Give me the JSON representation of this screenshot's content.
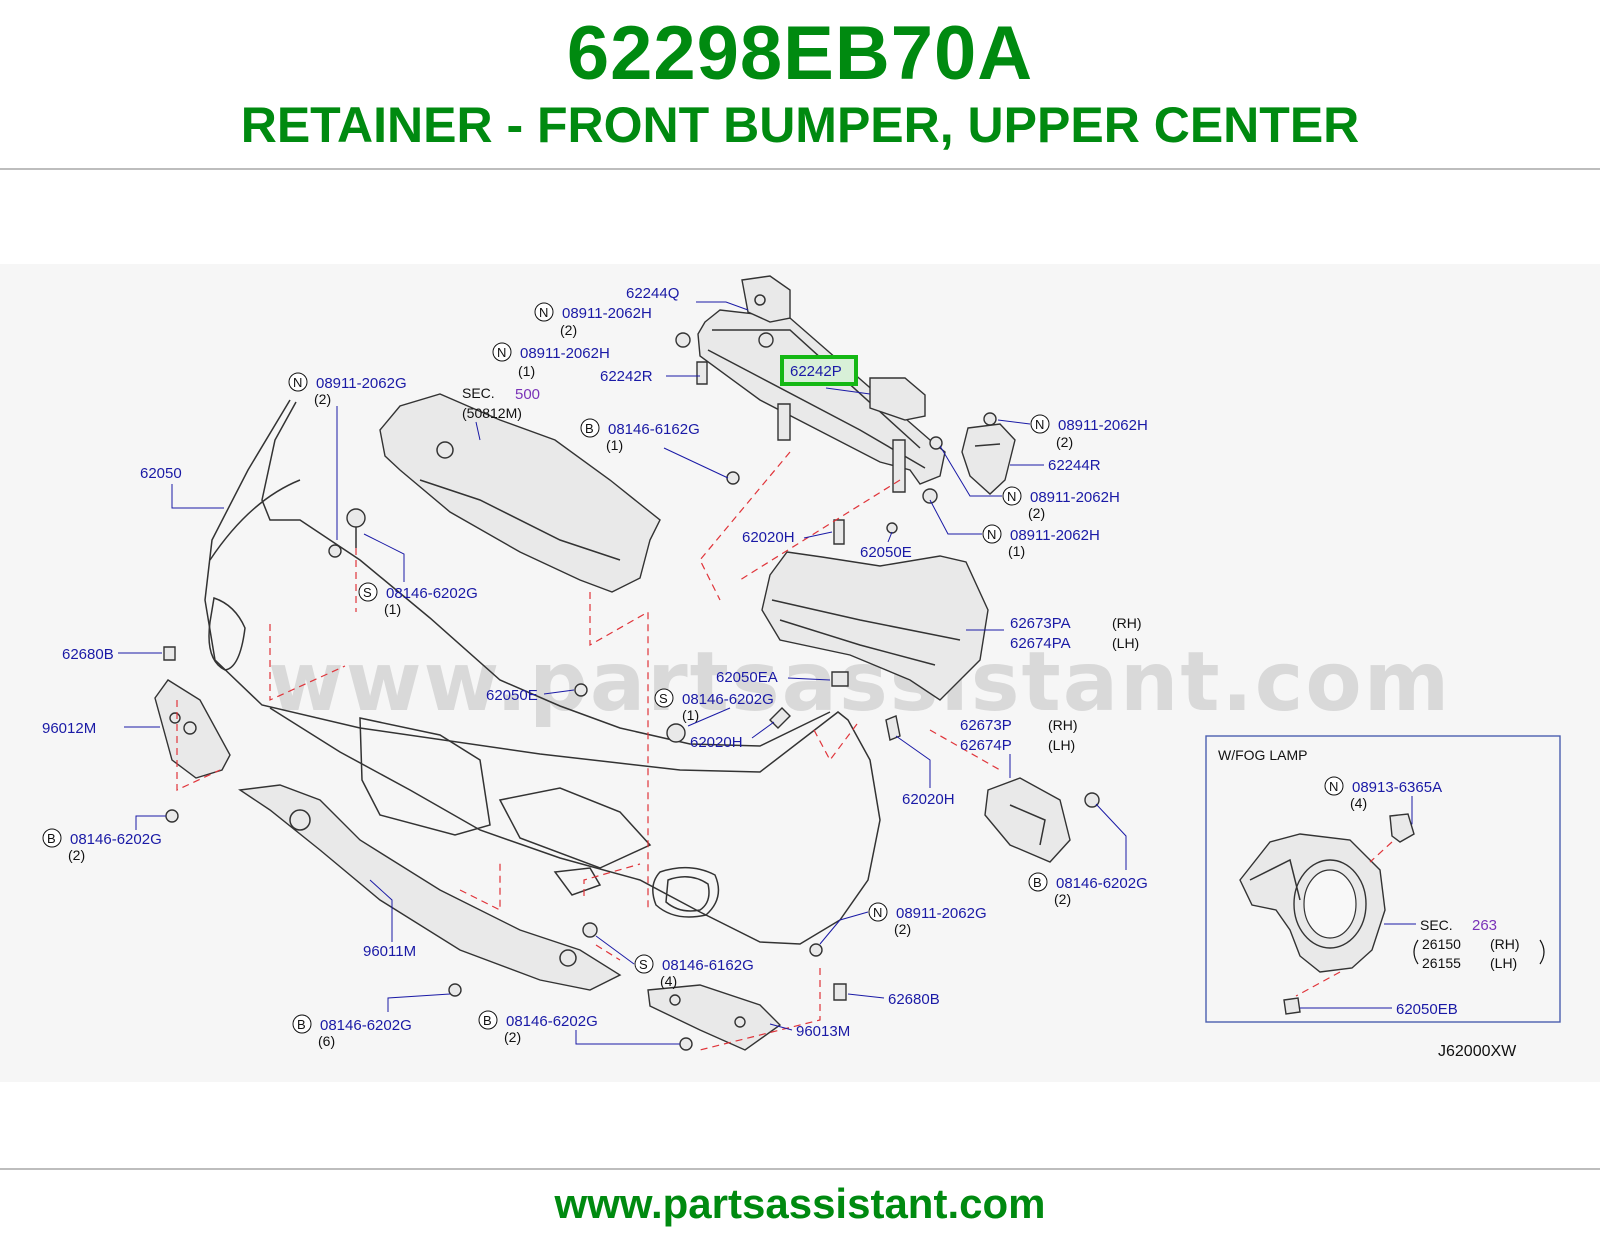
{
  "header": {
    "part_number": "62298EB70A",
    "part_description": "RETAINER - FRONT BUMPER, UPPER CENTER"
  },
  "footer": {
    "url": "www.partsassistant.com"
  },
  "watermark": "www.partsassistant.com",
  "highlight_color": "#14b814",
  "title_color": "#008a10",
  "labels": {
    "l62244Q": "62244Q",
    "l08911_2062H_a": "08911-2062H",
    "q2a": "(2)",
    "l08911_2062H_b": "08911-2062H",
    "q1a": "(1)",
    "l62242R": "62242R",
    "l62242P": "62242P",
    "l08911_2062G_a": "08911-2062G",
    "q2b": "(2)",
    "sec_a": "SEC.",
    "sec_a_num": "500",
    "l50812M": "(50812M)",
    "l08146_6162G_a": "08146-6162G",
    "q1b": "(1)",
    "l08911_2062H_c": "08911-2062H",
    "q2c": "(2)",
    "l62244R": "62244R",
    "l08911_2062H_d": "08911-2062H",
    "q2d": "(2)",
    "l62050": "62050",
    "l08911_2062H_e": "08911-2062H",
    "q1c": "(1)",
    "l62020H_a": "62020H",
    "l62050E_a": "62050E",
    "l08146_6202G_a": "08146-6202G",
    "q1d": "(1)",
    "l62673PA": "62673PA",
    "rh_a": "(RH)",
    "l62674PA": "62674PA",
    "lh_a": "(LH)",
    "l62680B_a": "62680B",
    "l62050EA": "62050EA",
    "l62050E_b": "62050E",
    "l08146_6202G_b": "08146-6202G",
    "q1e": "(1)",
    "l96012M": "96012M",
    "l62020H_b": "62020H",
    "l62673P": "62673P",
    "rh_b": "(RH)",
    "l62674P": "62674P",
    "lh_b": "(LH)",
    "l62020H_c": "62020H",
    "l08146_6202G_c": "08146-6202G",
    "q2e": "(2)",
    "l08146_6202G_d": "08146-6202G",
    "q2f": "(2)",
    "l08911_2062G_b": "08911-2062G",
    "q2g": "(2)",
    "l96011M": "96011M",
    "l08146_6162G_b": "08146-6162G",
    "q4a": "(4)",
    "l62680B_b": "62680B",
    "l08146_6202G_e": "08146-6202G",
    "q6": "(6)",
    "l08146_6202G_f": "08146-6202G",
    "q2h": "(2)",
    "l96013M": "96013M",
    "fog_title": "W/FOG   LAMP",
    "l08913_6365A": "08913-6365A",
    "q4b": "(4)",
    "sec_b": "SEC.",
    "sec_b_num": "263",
    "l26150": "26150",
    "rh_c": "(RH)",
    "l26155": "26155",
    "lh_c": "(LH)",
    "l62050EB": "62050EB",
    "diagram_code": "J62000XW"
  },
  "circles": {
    "N": "N",
    "S": "S",
    "B": "B"
  }
}
